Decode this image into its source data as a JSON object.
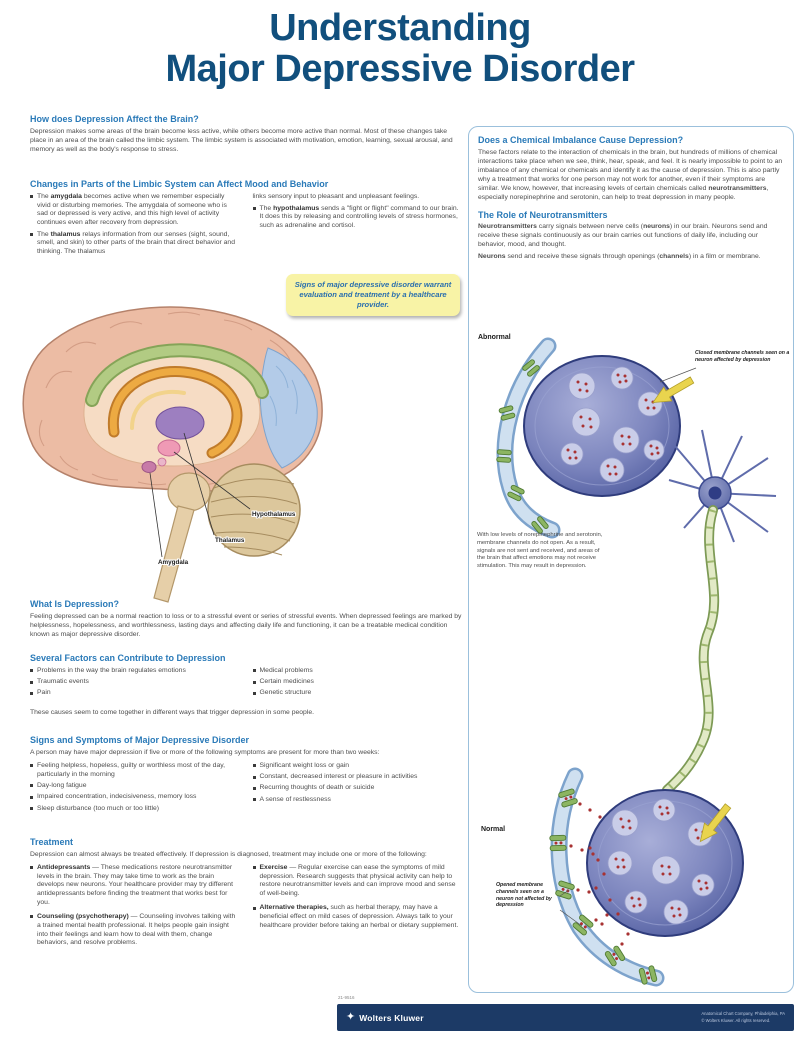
{
  "colors": {
    "title_navy": "#114f7d",
    "heading_blue": "#2a7ab8",
    "callout_bg": "#f8f3a6",
    "footer_navy": "#1c3a66",
    "membrane_blue": "#cfe0f0",
    "channel_green": "#8cb562",
    "bulb_purple": "#7b84bd"
  },
  "title": {
    "line1": "Understanding",
    "line2": "Major Depressive Disorder"
  },
  "left": {
    "affect": {
      "heading": "How does Depression Affect the Brain?",
      "body": "Depression makes some areas of the brain become less active, while others become more active than normal. Most of these changes take place in an area of the brain called the limbic system. The limbic system is associated with motivation, emotion, learning, sexual arousal, and memory as well as the body's response to stress."
    },
    "limbic": {
      "heading": "Changes in Parts of the Limbic System can Affect Mood and Behavior",
      "items": [
        {
          "lead": "The ",
          "term": "amygdala",
          "text": " becomes active when we remember especially vivid or disturbing memories. The amygdala of someone who is sad or depressed is very active, and this high level of activity continues even after recovery from depression."
        },
        {
          "lead": "The ",
          "term": "thalamus",
          "text": " relays information from our senses (sight, sound, smell, and skin) to other parts of the brain that direct behavior and thinking. The thalamus"
        },
        {
          "lead": "The ",
          "term": "hypothalamus",
          "text": " sends a \"fight or flight\" command to our brain. It does this by releasing and controlling levels of stress hormones, such as adrenaline and cortisol."
        }
      ],
      "continuation": "links sensory input to pleasant and unpleasant feelings."
    },
    "callout": "Signs of major depressive disorder warrant evaluation and treatment by a healthcare provider.",
    "brain_labels": {
      "hypothalamus": "Hypothalamus",
      "thalamus": "Thalamus",
      "amygdala": "Amygdala"
    },
    "what_is": {
      "heading": "What Is Depression?",
      "body": "Feeling depressed can be a normal reaction to loss or to a stressful event or series of stressful events. When depressed feelings are marked by helplessness, hopelessness, and worthlessness, lasting days and affecting daily life and functioning, it can be a treatable medical condition known as major depressive disorder."
    },
    "factors": {
      "heading": "Several Factors can Contribute to Depression",
      "col1": [
        "Problems in the way the brain regulates emotions",
        "Traumatic events",
        "Pain"
      ],
      "col2": [
        "Medical problems",
        "Certain medicines",
        "Genetic structure"
      ],
      "footer": "These causes seem to come together in different ways that trigger depression in some people."
    },
    "signs": {
      "heading": "Signs and Symptoms of Major Depressive Disorder",
      "intro": "A person may have major depression if five or more of the following symptoms are present for more than two weeks:",
      "col1": [
        "Feeling helpless, hopeless, guilty or worthless most of the day, particularly in the morning",
        "Day-long fatigue",
        "Impaired concentration, indecisiveness, memory loss",
        "Sleep disturbance (too much or too little)"
      ],
      "col2": [
        "Significant weight loss or gain",
        "Constant, decreased interest or pleasure in activities",
        "Recurring thoughts of death or suicide",
        "A sense of restlessness"
      ]
    },
    "treatment": {
      "heading": "Treatment",
      "intro": "Depression can almost always be treated effectively. If depression is diagnosed, treatment may include one or more of the following:",
      "col1": [
        {
          "term": "Antidepressants",
          "text": " — These medications restore neurotransmitter levels in the brain. They may take time to work as the brain develops new neurons. Your healthcare provider may try different antidepressants before finding the treatment that works best for you."
        },
        {
          "term": "Counseling (psychotherapy)",
          "text": " — Counseling involves talking with a trained mental health professional. It helps people gain insight into their feelings and learn how to deal with them, change behaviors, and resolve problems."
        }
      ],
      "col2": [
        {
          "term": "Exercise",
          "text": " — Regular exercise can ease the symptoms of mild depression. Research suggests that physical activity can help to restore neurotransmitter levels and can improve mood and sense of well-being."
        },
        {
          "term": "Alternative therapies,",
          "text": " such as herbal therapy, may have a beneficial effect on mild cases of depression. Always talk to your healthcare provider before taking an herbal or dietary supplement."
        }
      ]
    }
  },
  "right": {
    "imbalance": {
      "heading": "Does a Chemical Imbalance Cause Depression?",
      "pre": "These factors relate to the interaction of chemicals in the brain, but hundreds of millions of chemical interactions take place when we see, think, hear, speak, and feel. It is nearly impossible to point to an imbalance of any chemical or chemicals and identify it as the cause of depression. This is also partly why a treatment that works for one person may not work for another, even if their symptoms are similar. We know, however, that increasing levels of certain chemicals called ",
      "term": "neurotransmitters",
      "post": ", especially norepinephrine and serotonin, can help to treat depression in many people."
    },
    "role": {
      "heading": "The Role of Neurotransmitters",
      "p1_b1": "Neurotransmitters",
      "p1_t1": " carry signals between nerve cells (",
      "p1_b2": "neurons",
      "p1_t2": ") in our brain. Neurons send and receive these signals continuously as our brain carries out functions of daily life, including our behavior, mood, and thought.",
      "p2_b1": "Neurons",
      "p2_t1": " send and receive these signals through openings (",
      "p2_b2": "channels",
      "p2_t2": ") in a film or membrane."
    },
    "abnormal_label": "Abnormal",
    "abnormal_annotation": "Closed membrane channels seen on a neuron affected by depression",
    "abnormal_caption": "With low levels of norepinephrine and serotonin, membrane channels do not open. As a result, signals are not sent and received, and areas of the brain that affect emotions may not receive stimulation. This may result in depression.",
    "normal_label": "Normal",
    "normal_annotation": "Opened membrane channels seen on a neuron not affected by depression"
  },
  "footer": {
    "code": "21-9516",
    "logo_icon": "✦",
    "brand": "Wolters Kluwer",
    "line1": "Anatomical Chart Company, Philadelphia, PA",
    "line2": "© Wolters Kluwer. All rights reserved."
  }
}
